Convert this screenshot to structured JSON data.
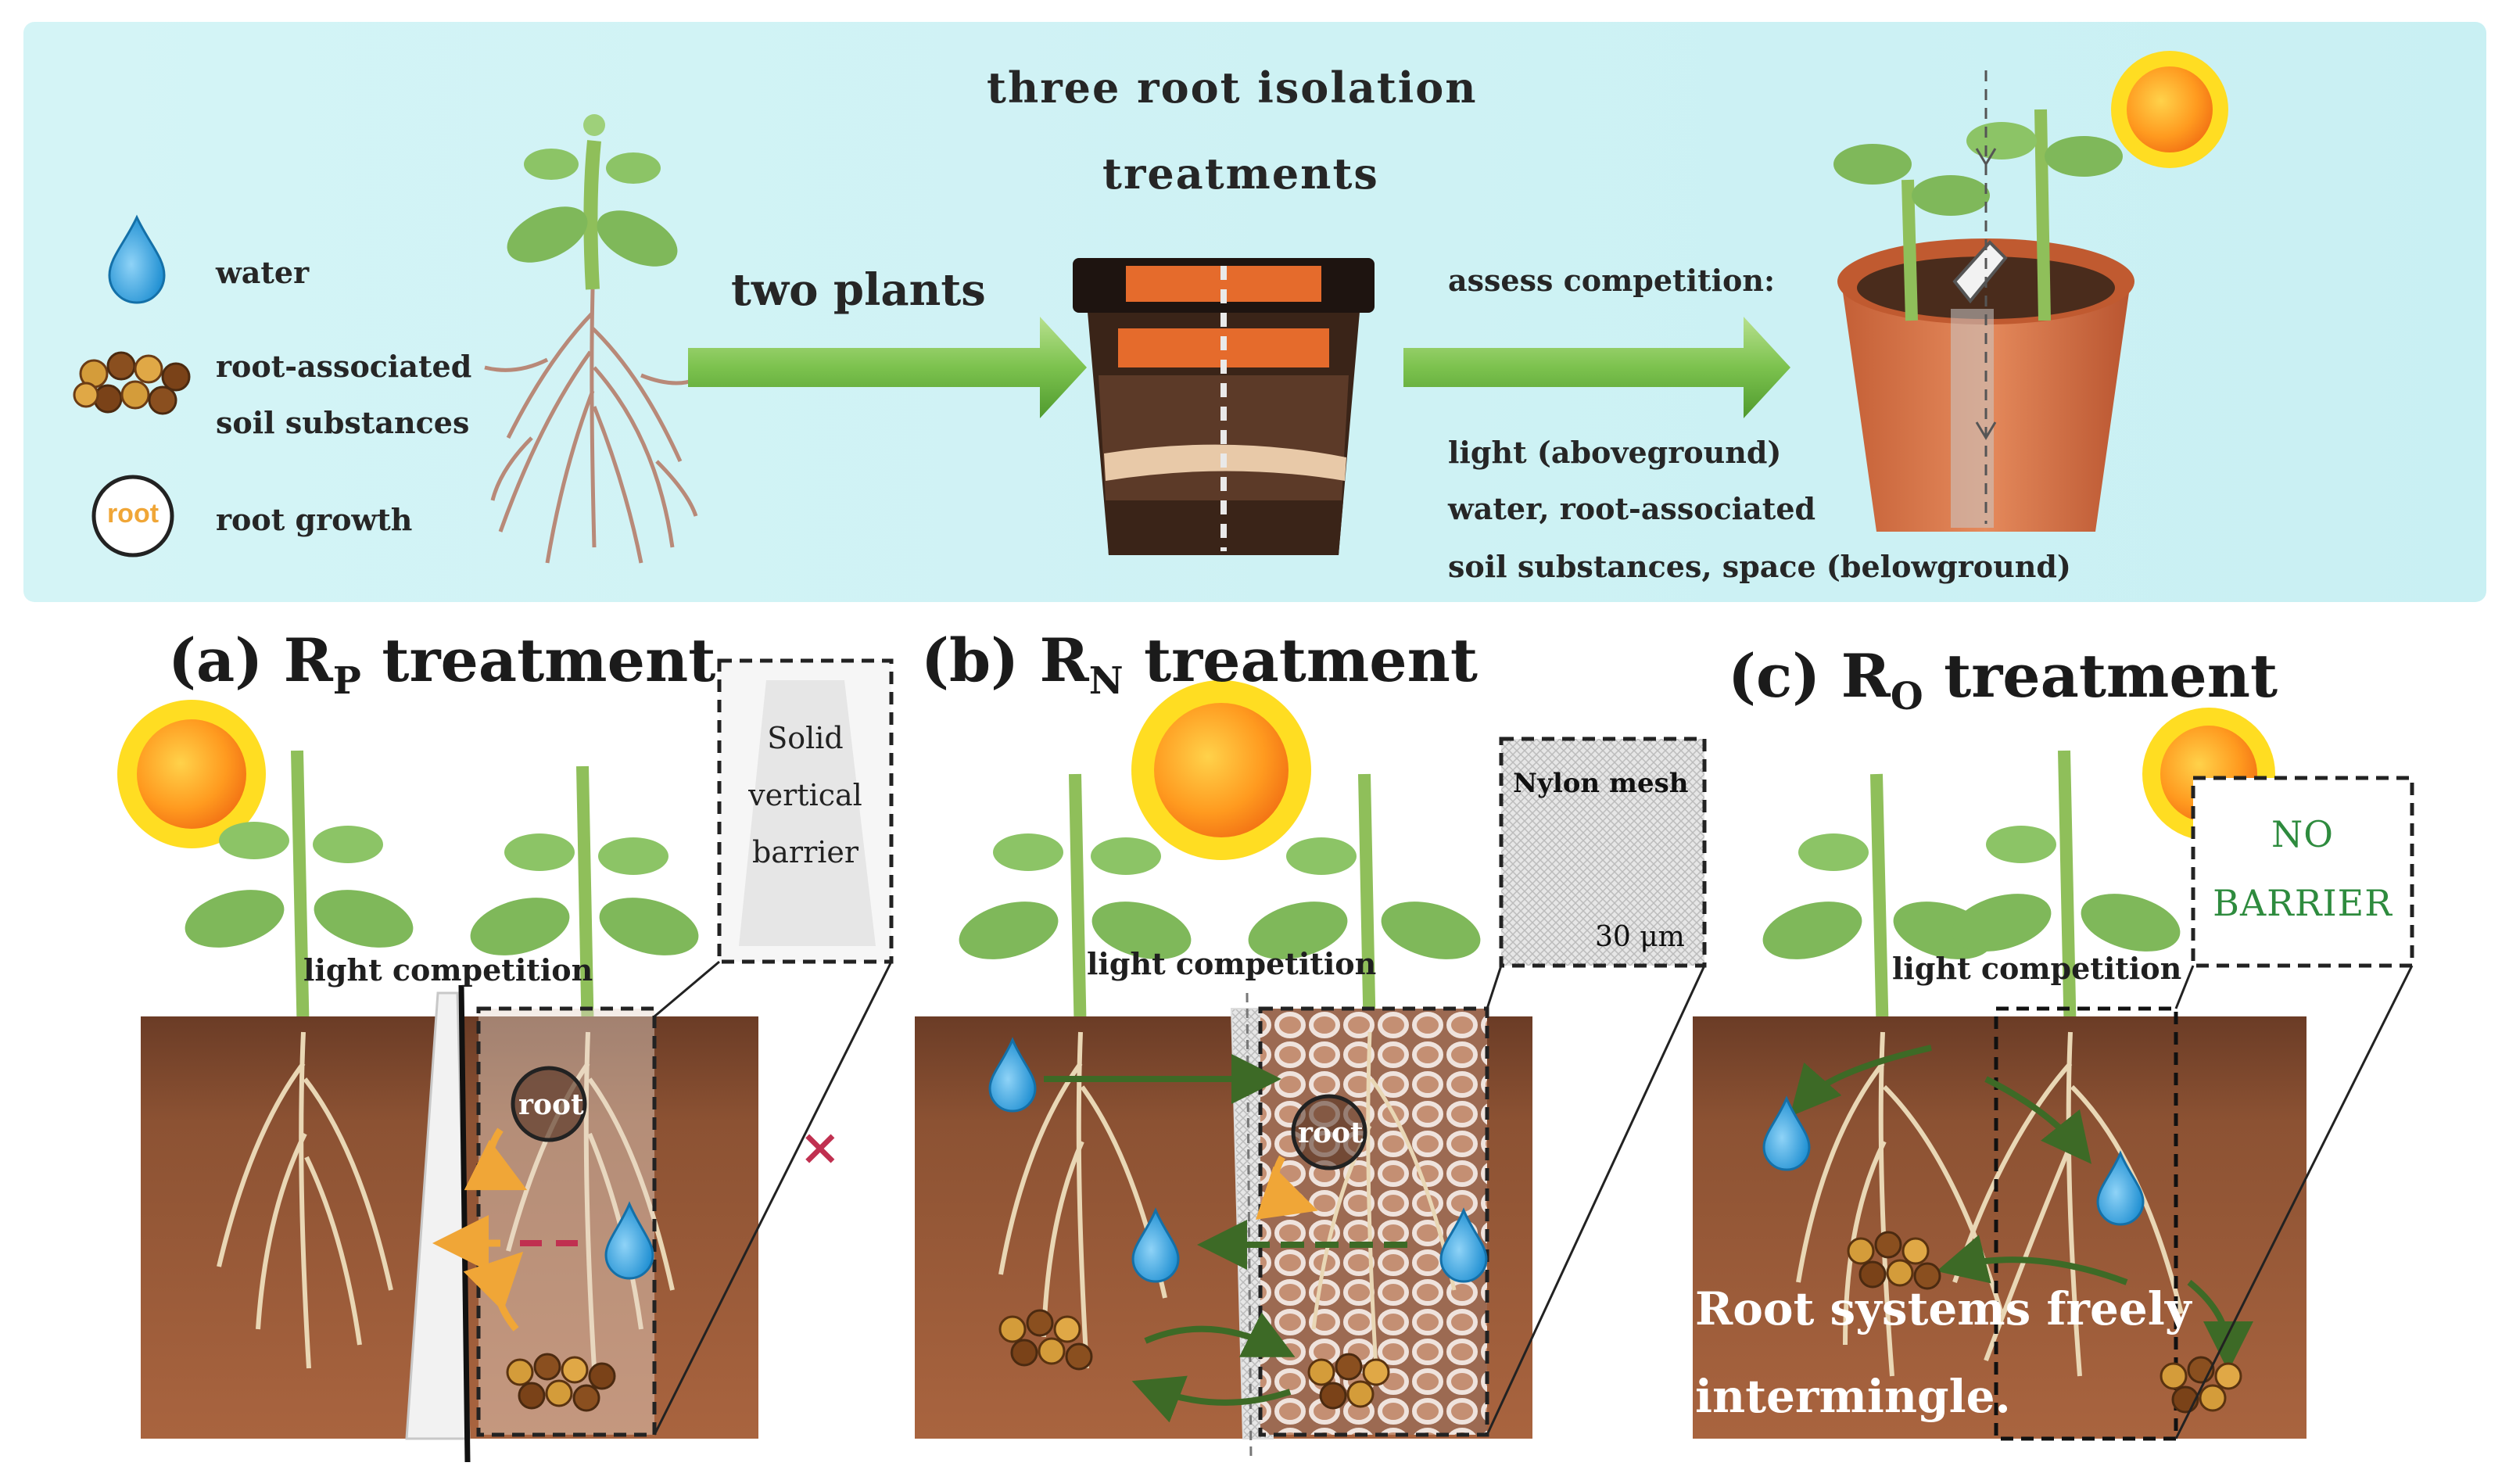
{
  "colors": {
    "sky": "#d6f6f8",
    "soil_dark": "#5a3322",
    "soil_mid": "#8a4f32",
    "soil_light": "#b06b45",
    "arrow_green": "#7cc24e",
    "flow_green": "#3d6a26",
    "flow_orange": "#f0a637",
    "water_blue": "#2a9ad8",
    "pot": "#d9774a",
    "nobarrier_green": "#2e8b3e",
    "block_red": "#c03050"
  },
  "icons": [
    "water-drop-icon",
    "soil-particles-icon",
    "root-growth-icon",
    "sun-icon",
    "plant-icon",
    "pot-icon",
    "arrow-icon"
  ],
  "legend": {
    "water": "water",
    "substances_line1": "root-associated",
    "substances_line2": "soil substances",
    "root_symbol": "root",
    "root_growth": "root growth"
  },
  "top": {
    "title_line1": "three root isolation",
    "title_line2": "treatments",
    "arrow1_label": "two plants",
    "assess_title": "assess competition:",
    "assess_line1": "light  (aboveground)",
    "assess_line2": "water, root-associated",
    "assess_line3": "soil substances, space (belowground)"
  },
  "panels": [
    {
      "label": "(a) R",
      "sub": "P",
      "suffix": " treatment",
      "light": "light competition",
      "inset_line1": "Solid",
      "inset_line2": "vertical",
      "inset_line3": "barrier",
      "root_text": "root",
      "blocked_mark": "×"
    },
    {
      "label": "(b) R",
      "sub": "N",
      "suffix": " treatment",
      "light": "light competition",
      "inset_line1": "Nylon mesh",
      "inset_line2": "30 μm",
      "root_text": "root"
    },
    {
      "label": "(c) R",
      "sub": "O",
      "suffix": " treatment",
      "light": "light competition",
      "inset_line1": "NO",
      "inset_line2": "BARRIER",
      "caption1": "Root systems freely",
      "caption2": "intermingle."
    }
  ]
}
